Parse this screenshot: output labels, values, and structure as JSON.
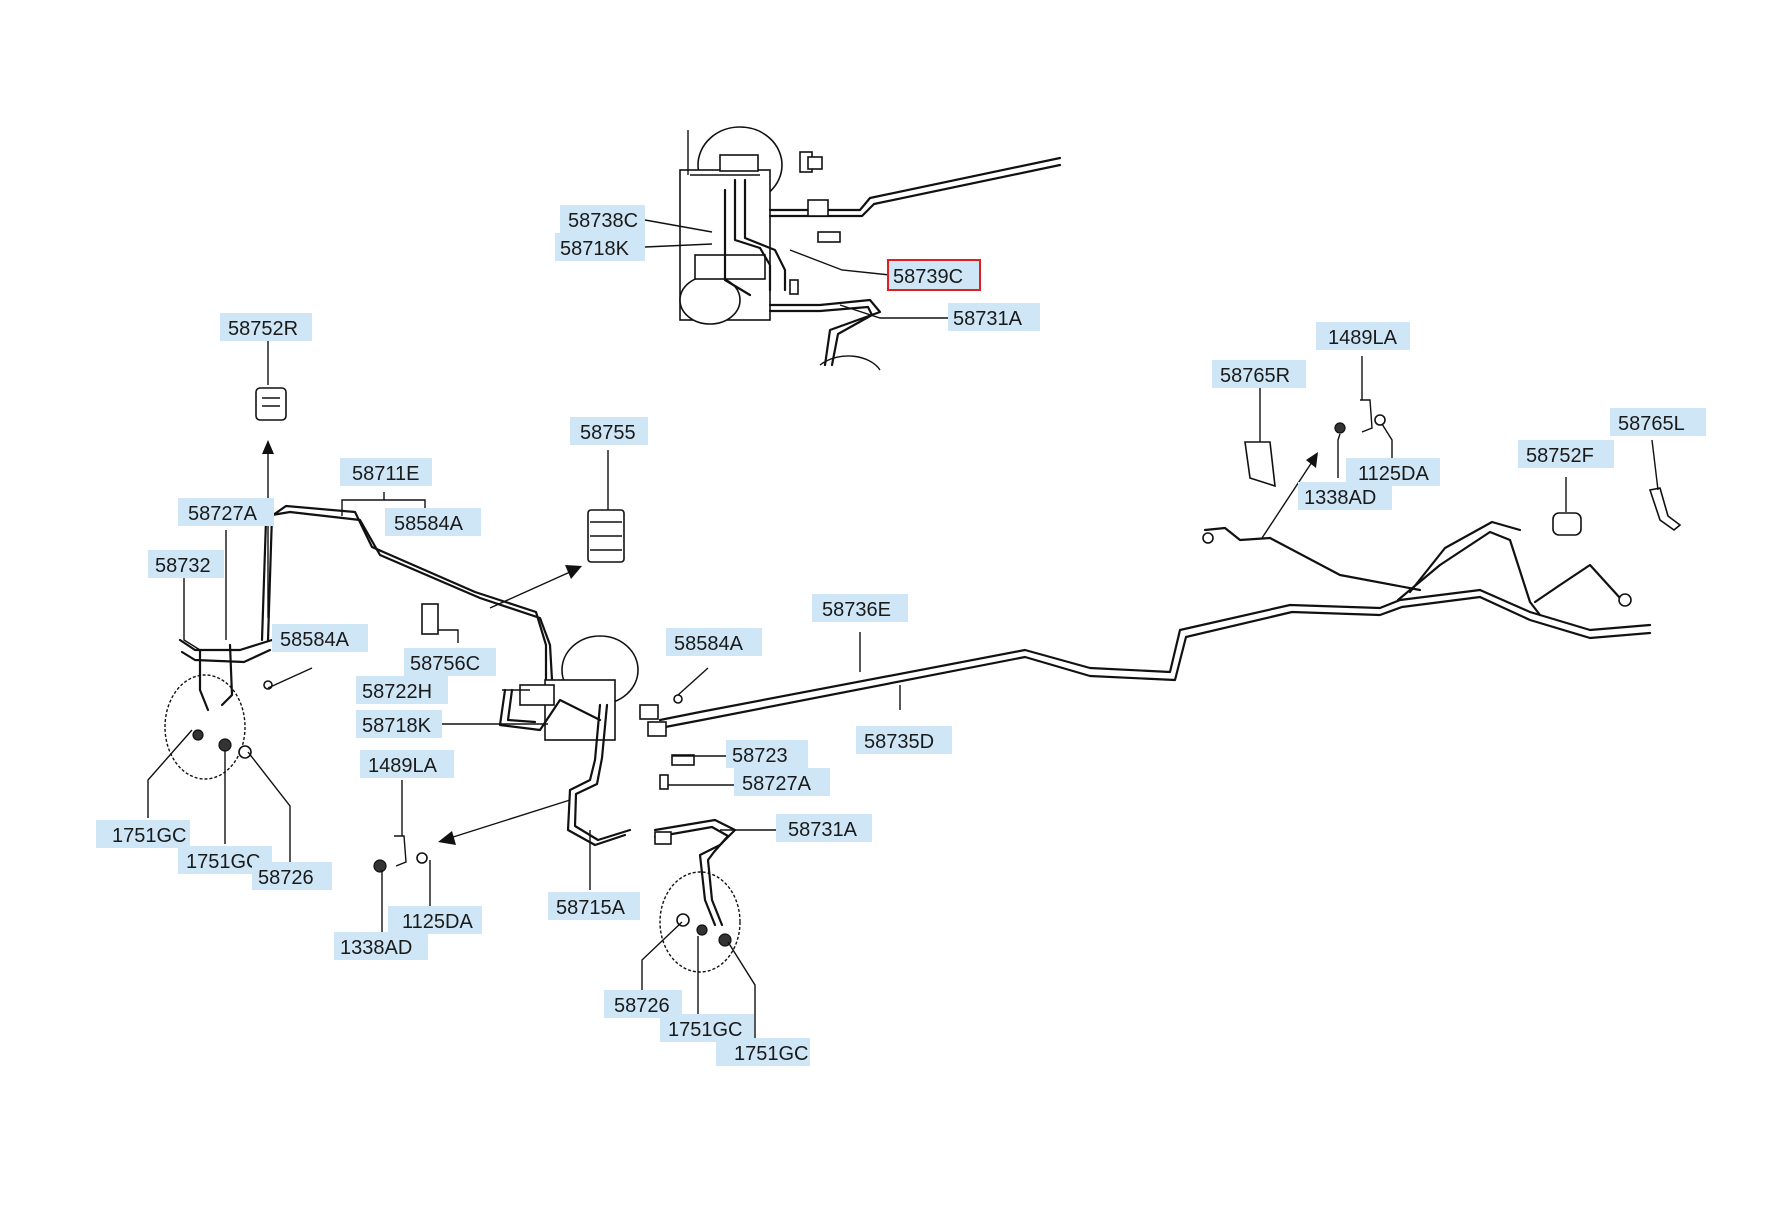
{
  "labels": [
    {
      "id": "l1",
      "text": "58738C"
    },
    {
      "id": "l2",
      "text": "58718K"
    },
    {
      "id": "l3",
      "text": "58739C",
      "selected": true
    },
    {
      "id": "l4",
      "text": "58731A"
    },
    {
      "id": "l5",
      "text": "58752R"
    },
    {
      "id": "l6",
      "text": "58755"
    },
    {
      "id": "l7",
      "text": "58711E"
    },
    {
      "id": "l8",
      "text": "58584A"
    },
    {
      "id": "l9",
      "text": "58727A"
    },
    {
      "id": "l10",
      "text": "58732"
    },
    {
      "id": "l11",
      "text": "58584A"
    },
    {
      "id": "l12",
      "text": "58756C"
    },
    {
      "id": "l13",
      "text": "58722H"
    },
    {
      "id": "l14",
      "text": "58718K"
    },
    {
      "id": "l15",
      "text": "58584A"
    },
    {
      "id": "l16",
      "text": "58736E"
    },
    {
      "id": "l17",
      "text": "58723"
    },
    {
      "id": "l18",
      "text": "58735D"
    },
    {
      "id": "l19",
      "text": "58727A"
    },
    {
      "id": "l20",
      "text": "1489LA"
    },
    {
      "id": "l21",
      "text": "58731A"
    },
    {
      "id": "l22",
      "text": "1751GC"
    },
    {
      "id": "l23",
      "text": "1751GC"
    },
    {
      "id": "l24",
      "text": "58726"
    },
    {
      "id": "l25",
      "text": "1125DA"
    },
    {
      "id": "l26",
      "text": "1338AD"
    },
    {
      "id": "l27",
      "text": "58715A"
    },
    {
      "id": "l28",
      "text": "58726"
    },
    {
      "id": "l29",
      "text": "1751GC"
    },
    {
      "id": "l30",
      "text": "1751GC"
    },
    {
      "id": "l31",
      "text": "58765R"
    },
    {
      "id": "l32",
      "text": "1489LA"
    },
    {
      "id": "l33",
      "text": "1125DA"
    },
    {
      "id": "l34",
      "text": "1338AD"
    },
    {
      "id": "l35",
      "text": "58752F"
    },
    {
      "id": "l36",
      "text": "58765L"
    }
  ],
  "colors": {
    "label_background": "#cfe6f6",
    "selected_outline": "#e02020",
    "line": "#111111"
  }
}
